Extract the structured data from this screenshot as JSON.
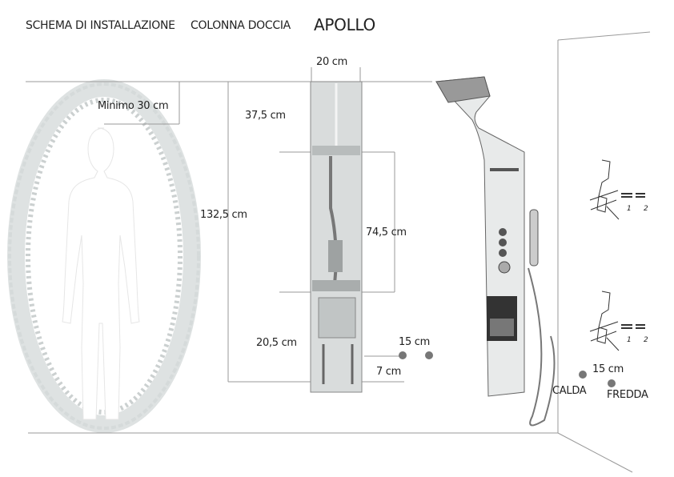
{
  "header": {
    "schema": "SCHEMA DI INSTALLAZIONE",
    "product_type": "COLONNA DOCCIA",
    "model": "APOLLO"
  },
  "dimensions": {
    "width": "20 cm",
    "min_clearance": "Minimo 30 cm",
    "total_height": "132,5 cm",
    "top_section": "37,5 cm",
    "middle_section": "74,5 cm",
    "bottom_section": "20,5 cm",
    "inlet_spacing": "15 cm",
    "inlet_offset": "7 cm",
    "wall_inlet_spacing": "15 cm"
  },
  "connections": {
    "hot": "CALDA",
    "cold": "FREDDA",
    "bracket_step_1": "1",
    "bracket_step_2": "2"
  },
  "colors": {
    "line": "#9a9a9a",
    "dot": "#777777"
  }
}
